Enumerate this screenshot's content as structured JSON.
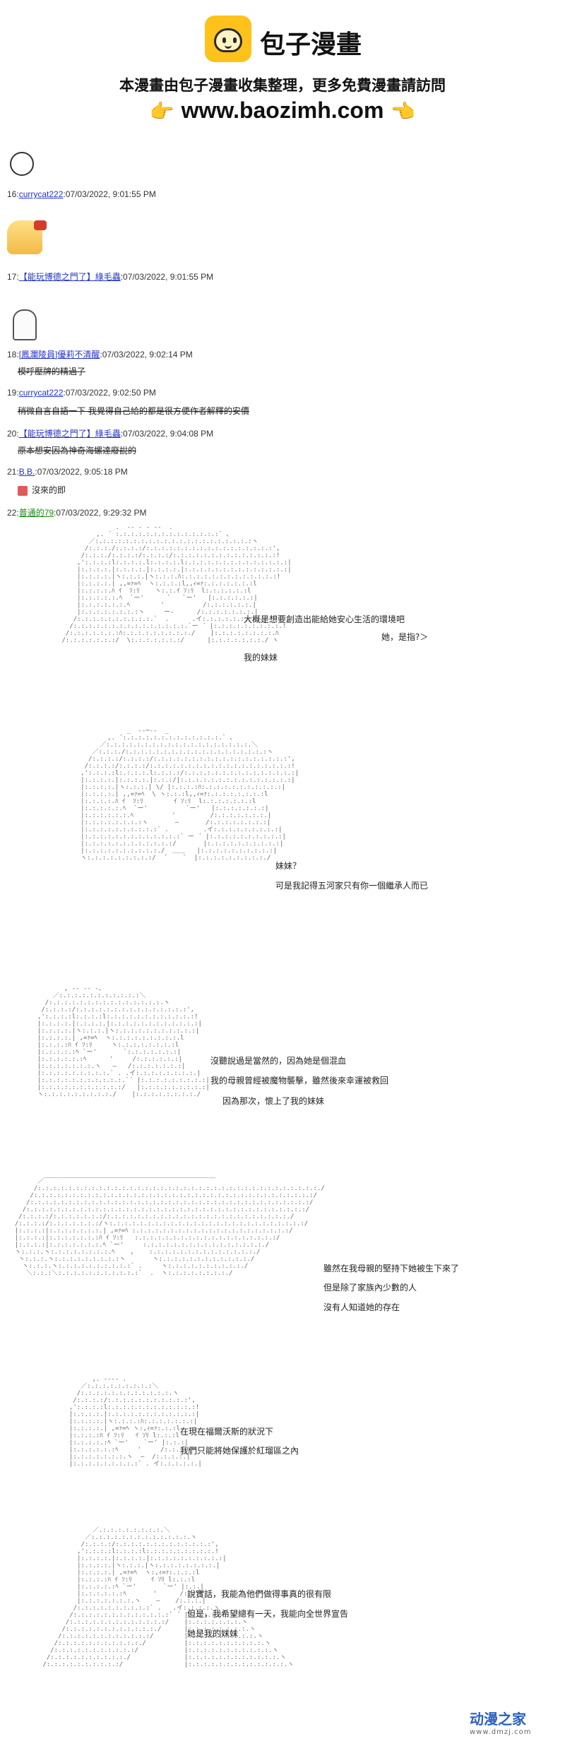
{
  "header": {
    "brand": "包子漫畫",
    "slogan": "本漫畫由包子漫畫收集整理，更多免費漫畫請訪問",
    "site_url": "www.baozimh.com",
    "hand_glyph": "👉",
    "hand_glyph_right": "👈"
  },
  "posts": [
    {
      "index": "16:",
      "author": "currycat222",
      "date": ":07/03/2022, 9:01:55 PM"
    },
    {
      "index": "17:",
      "author": "【能玩博德之門了】綠毛蟲",
      "date": ":07/03/2022, 9:01:55 PM"
    },
    {
      "index": "18:",
      "author": "[鳳瀾陵員]優莉不清醒",
      "date": ":07/03/2022, 9:02:14 PM",
      "message": "模呼壓牌的精過了"
    },
    {
      "index": "19:",
      "author": "currycat222",
      "date": ":07/03/2022, 9:02:50 PM",
      "message": "稍微自言自語一下 我覺得自己給的都是很方便作者解釋的安價"
    },
    {
      "index": "20:",
      "author": "【能玩博德之門了】綠毛蟲",
      "date": ":07/03/2022, 9:04:08 PM",
      "message": "原本想安因為神奇海螺達廢說的"
    },
    {
      "index": "21:",
      "author": "B.B.",
      "date": ":07/03/2022, 9:05:18 PM",
      "message": "沒來的即"
    },
    {
      "index": "22:",
      "author": "普通的79",
      "date": ":07/03/2022, 9:29:32 PM"
    }
  ],
  "panels": [
    {
      "lines": [
        "大概是想要創造出能給她安心生活的環境吧",
        "她，是指?＞",
        "我的妹妹"
      ]
    },
    {
      "lines": [
        "妹妹？",
        "可是我記得五河家只有你一個繼承人而已"
      ]
    },
    {
      "lines": [
        "沒聽說過是當然的，因為她是個混血",
        "我的母親曾經被魔物襲擊，雖然後來幸運被救回",
        "因為那次，懷上了我的妹妹"
      ]
    },
    {
      "lines": [
        "雖然在我母親的堅持下她被生下來了",
        "但是除了家族內少數的人",
        "沒有人知道她的存在"
      ]
    },
    {
      "lines": [
        "在現在福爾沃斯的狀況下",
        "我們只能將她保護於紅瑠區之內"
      ]
    },
    {
      "lines": [
        "說實話，我能為他們做得事真的很有限",
        "但是，我希望總有一天，我能向全世界宣告",
        "她是我的妹妹"
      ]
    }
  ],
  "watermark": {
    "title": "动漫之家",
    "url": "www.dmzj.com"
  }
}
